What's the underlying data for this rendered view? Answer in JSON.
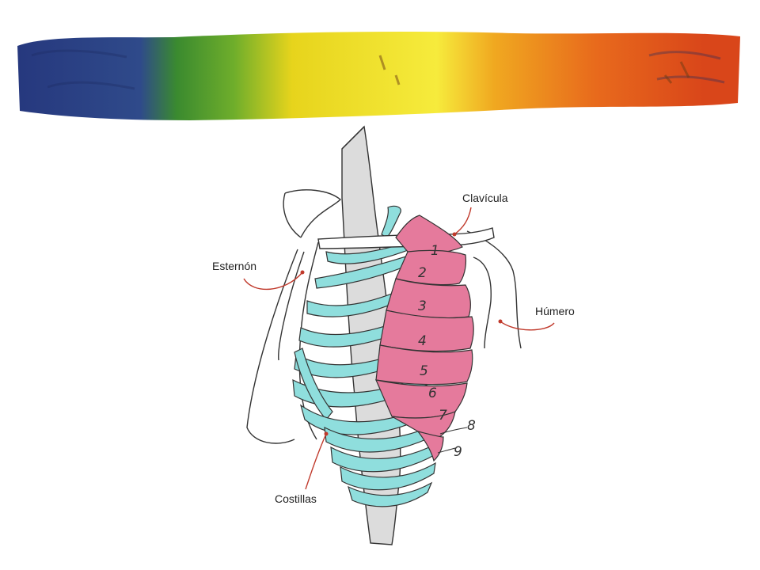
{
  "diagram": {
    "labels": {
      "clavicula": "Clavícula",
      "esternon": "Esternón",
      "humero": "Húmero",
      "costillas": "Costillas"
    },
    "rib_numbers": [
      "1",
      "2",
      "3",
      "4",
      "5",
      "6",
      "7",
      "8",
      "9"
    ],
    "colors": {
      "ribs": "#8fdedd",
      "muscle": "#e57a9c",
      "leader_line": "#c0392b",
      "outline": "#333333",
      "spine": "#dcdcdc"
    },
    "paint_bar_colors": [
      "#2b3e8a",
      "#3c8a2e",
      "#e8d21a",
      "#f3ea3a",
      "#ef9a1f",
      "#e15a1c"
    ]
  }
}
